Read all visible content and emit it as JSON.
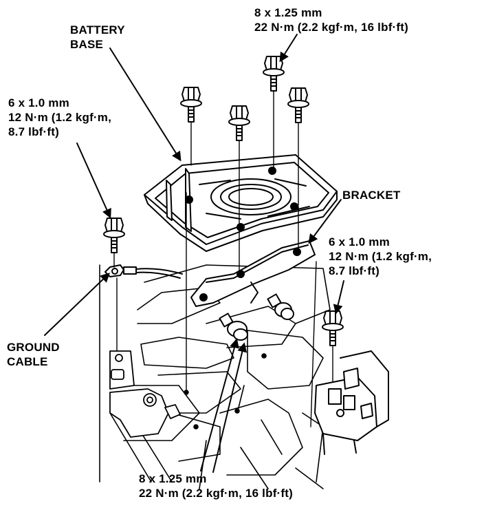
{
  "diagram": {
    "labels": {
      "battery_base": {
        "line1": "BATTERY",
        "line2": "BASE"
      },
      "bracket": {
        "line1": "BRACKET"
      },
      "ground_cable": {
        "line1": "GROUND",
        "line2": "CABLE"
      }
    },
    "torque_specs": {
      "top_bolt": {
        "size": "8 x 1.25 mm",
        "torque": "22 N·m (2.2 kgf·m, 16 lbf·ft)"
      },
      "ground_bolt": {
        "size": "6 x 1.0 mm",
        "torque_line1": "12 N·m (1.2 kgf·m,",
        "torque_line2": "8.7 lbf·ft)"
      },
      "bracket_bolt": {
        "size": "6 x 1.0 mm",
        "torque_line1": "12 N·m (1.2 kgf·m,",
        "torque_line2": "8.7 lbf·ft)"
      },
      "bottom_bolt": {
        "size": "8 x 1.25 mm",
        "torque": "22 N·m (2.2 kgf·m, 16 lbf·ft)"
      }
    },
    "colors": {
      "ink": "#000000",
      "paper": "#ffffff"
    }
  }
}
